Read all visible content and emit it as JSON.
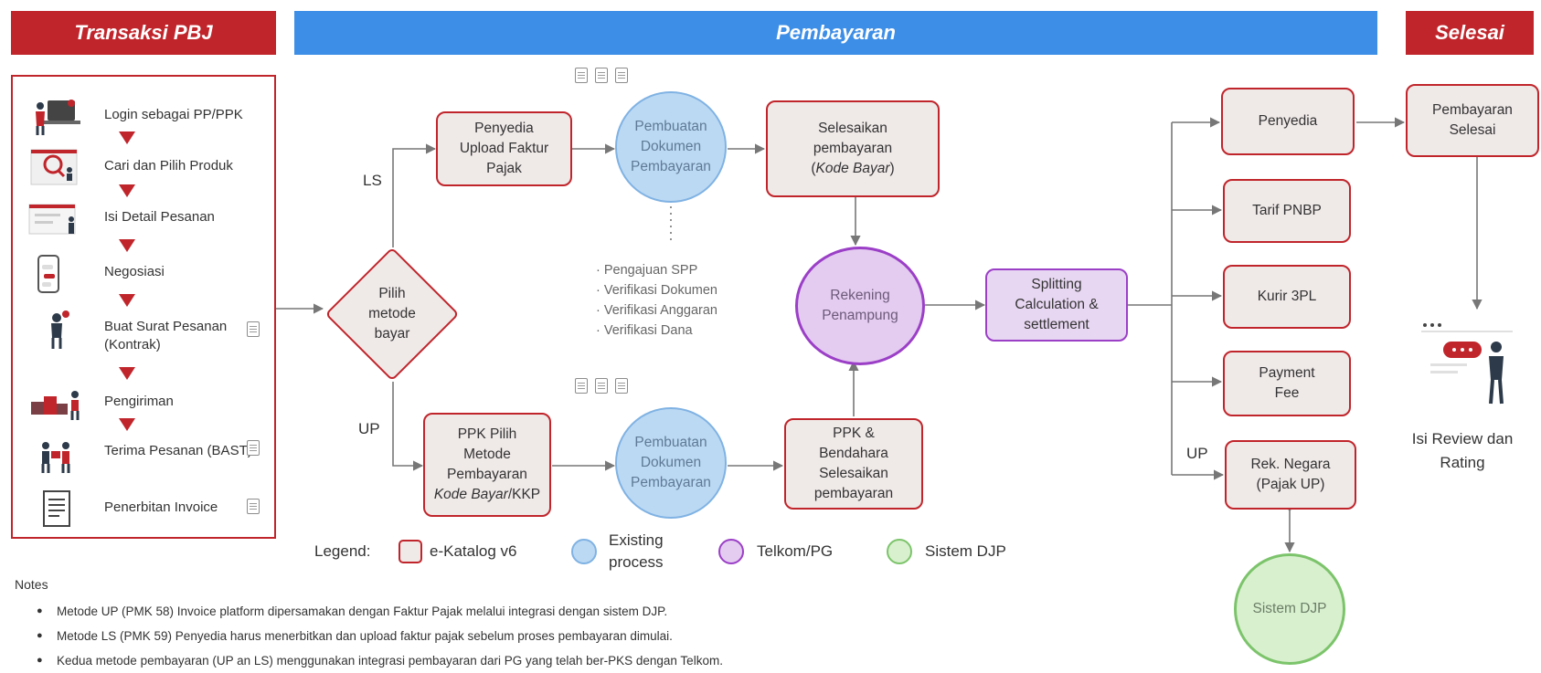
{
  "headers": {
    "transaksi": "Transaksi PBJ",
    "pembayaran": "Pembayaran",
    "selesai": "Selesai"
  },
  "steps": [
    {
      "label": "Login sebagai PP/PPK",
      "icon": "laptop-user-icon",
      "doc": false
    },
    {
      "label": "Cari dan Pilih Produk",
      "icon": "search-product-icon",
      "doc": false
    },
    {
      "label": "Isi Detail Pesanan",
      "icon": "order-form-icon",
      "doc": false
    },
    {
      "label": "Negosiasi",
      "icon": "phone-chat-icon",
      "doc": false
    },
    {
      "label": "Buat Surat Pesanan (Kontrak)",
      "icon": "contract-person-icon",
      "doc": true
    },
    {
      "label": "Pengiriman",
      "icon": "delivery-boxes-icon",
      "doc": false
    },
    {
      "label": "Terima Pesanan (BAST)",
      "icon": "handover-people-icon",
      "doc": true
    },
    {
      "label": "Penerbitan Invoice",
      "icon": "invoice-document-icon",
      "doc": true
    }
  ],
  "flow": {
    "decision": "Pilih metode bayar",
    "ls_label": "LS",
    "up_label": "UP",
    "up_label_right": "UP",
    "ls_upload": "Penyedia Upload Faktur Pajak",
    "ls_dokumen": "Pembuatan Dokumen Pembayaran",
    "ls_selesaikan_line1": "Selesaikan pembayaran",
    "ls_selesaikan_italic": "Kode Bayar",
    "up_pilih_line1": "PPK Pilih Metode Pembayaran",
    "up_pilih_italic": "Kode Bayar",
    "up_pilih_suffix": "/KKP",
    "up_dokumen": "Pembuatan Dokumen Pembayaran",
    "up_selesaikan": "PPK & Bendahara Selesaikan pembayaran",
    "rekening": "Rekening Penampung",
    "splitting": "Splitting Calculation & settlement",
    "sub_steps": [
      "Pengajuan SPP",
      "Verifikasi Dokumen",
      "Verifikasi Anggaran",
      "Verifikasi Dana"
    ],
    "targets": [
      "Penyedia",
      "Tarif PNBP",
      "Kurir 3PL",
      "Payment Fee",
      "Rek. Negara (Pajak UP)"
    ],
    "sistem_djp": "Sistem DJP",
    "selesai_box": "Pembayaran Selesai",
    "review": "Isi Review dan Rating"
  },
  "legend": {
    "title": "Legend:",
    "items": [
      {
        "label": "e-Katalog v6",
        "shape": "box",
        "color": "#c0252b"
      },
      {
        "label": "Existing process",
        "shape": "circle",
        "color": "#7fb2e3"
      },
      {
        "label": "Telkom/PG",
        "shape": "circle",
        "color": "#9b3fc7"
      },
      {
        "label": "Sistem DJP",
        "shape": "circle",
        "color": "#7cc46b"
      }
    ]
  },
  "notes": {
    "title": "Notes",
    "items": [
      "Metode UP (PMK 58) Invoice platform dipersamakan dengan Faktur Pajak melalui integrasi dengan sistem DJP.",
      "Metode LS (PMK 59) Penyedia harus menerbitkan dan upload faktur pajak sebelum proses pembayaran dimulai.",
      "Kedua metode pembayaran (UP an LS) menggunakan integrasi pembayaran dari PG yang telah ber-PKS dengan Telkom."
    ]
  },
  "colors": {
    "red": "#c0252b",
    "blue": "#3d8ee6",
    "purple": "#9b3fc7",
    "green": "#7cc46b",
    "box_fill": "#efe9e8"
  }
}
